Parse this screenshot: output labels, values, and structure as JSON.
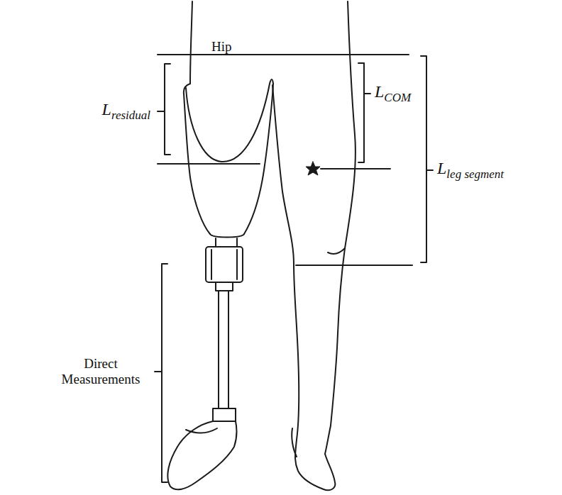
{
  "diagram": {
    "labels": [
      "Hip",
      "Lresidual",
      "LCOM",
      "Lleg segment",
      "Direct Measurements"
    ]
  }
}
